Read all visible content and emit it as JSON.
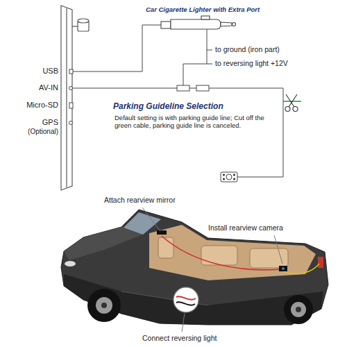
{
  "diagram": {
    "labels": [
      "Car Cigarette Lighter with Extra Port",
      "to ground (iron part)",
      "to reversing light +12V",
      "USB",
      "AV-IN",
      "Micro-SD",
      "GPS",
      "(Optional)",
      "Parking Guideline Selection",
      "Default setting is with parking guide line; Cut off the green cable, parking guide line is canceled.",
      "Attach rearview mirror",
      "Install rearview camera",
      "Connect reversing light"
    ]
  }
}
